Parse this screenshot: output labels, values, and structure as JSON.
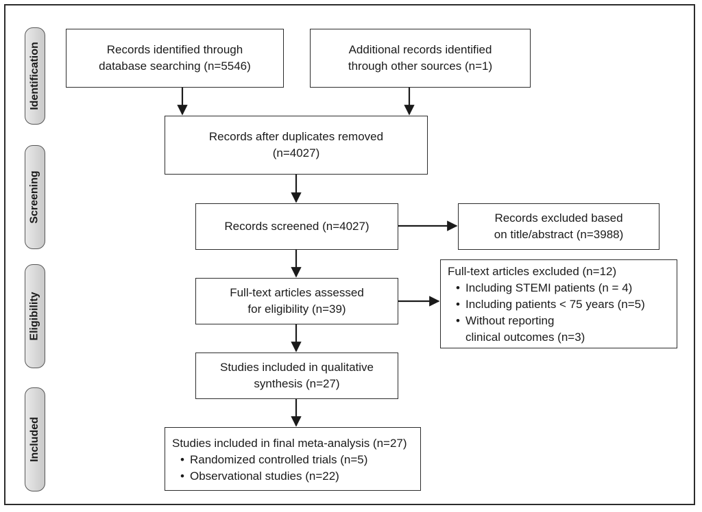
{
  "stages": {
    "identification": "Identification",
    "screening": "Screening",
    "eligibility": "Eligibility",
    "included": "Included"
  },
  "boxes": {
    "db_search": [
      "Records identified through",
      "database searching (n=5546)"
    ],
    "other_sources": [
      "Additional records identified",
      "through other sources (n=1)"
    ],
    "duplicates_removed": [
      "Records after duplicates removed",
      "(n=4027)"
    ],
    "screened": "Records screened (n=4027)",
    "excluded_title": [
      "Records excluded based",
      "on title/abstract (n=3988)"
    ],
    "fulltext_assessed": [
      "Full-text articles assessed",
      "for eligibility (n=39)"
    ],
    "fulltext_excluded": {
      "heading": "Full-text articles excluded (n=12)",
      "items": [
        "Including STEMI patients (n = 4)",
        "Including patients < 75 years (n=5)",
        "Without reporting",
        "clinical outcomes (n=3)"
      ]
    },
    "qualitative": [
      "Studies included in qualitative",
      "synthesis (n=27)"
    ],
    "meta_analysis": {
      "heading": "Studies included in final meta-analysis (n=27)",
      "items": [
        "Randomized controlled trials (n=5)",
        "Observational studies (n=22)"
      ]
    }
  }
}
